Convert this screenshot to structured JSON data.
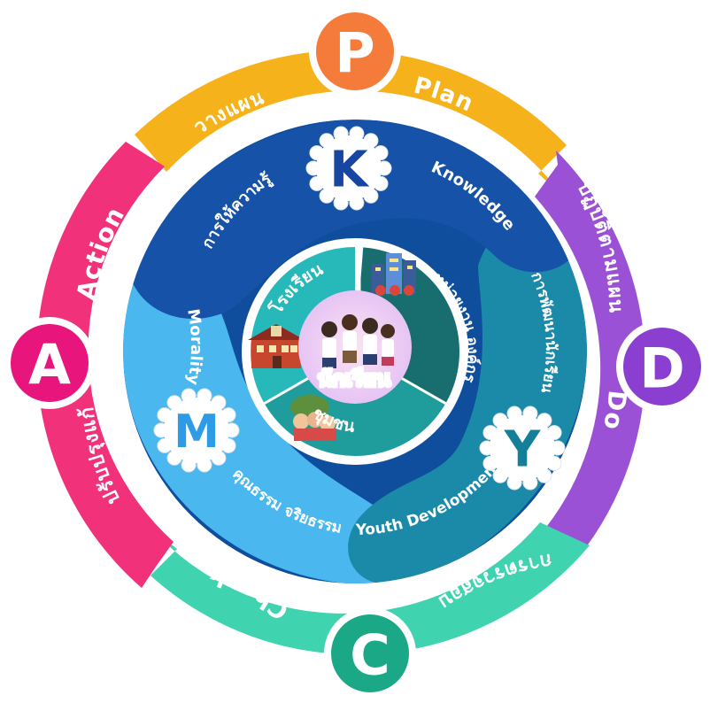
{
  "pdca": {
    "plan": {
      "letter": "P",
      "english": "Plan",
      "thai": "วางแผน",
      "color": "#F6B21B",
      "badge_color": "#F47B3A"
    },
    "do": {
      "letter": "D",
      "english": "Do",
      "thai": "ปฏิบัติตามแผน",
      "color": "#9B51D6",
      "badge_color": "#8A3FD1"
    },
    "check": {
      "letter": "C",
      "english": "Check",
      "thai": "การตรวจสอบ",
      "color": "#3FD3B0",
      "badge_color": "#1AA886"
    },
    "action": {
      "letter": "A",
      "english": "Action",
      "thai": "ปรับปรุงแก้ไข",
      "color": "#F1327A",
      "badge_color": "#E8167C"
    }
  },
  "kmy": {
    "knowledge": {
      "letter": "K",
      "english": "Knowledge",
      "thai": "การให้ความรู้",
      "color": "#1552A8",
      "letter_color": "#1746A2"
    },
    "morality": {
      "letter": "M",
      "english": "Morality",
      "thai": "คุณธรรม จริยธรรม",
      "color": "#4AB7EE",
      "letter_color": "#2E9BE6"
    },
    "youth": {
      "letter": "Y",
      "english": "Youth Development",
      "thai": "การพัฒนานักเรียน",
      "color": "#1B89A8",
      "letter_color": "#137F99"
    }
  },
  "hub": {
    "school": {
      "label": "โรงเรียน",
      "icon": "school-building-icon",
      "color": "#27B8B9"
    },
    "agency": {
      "label": "หน่วยงาน องค์กร",
      "icon": "office-buildings-icon",
      "color": "#186E6E"
    },
    "community": {
      "label": "ชุมชน",
      "icon": "community-people-icon",
      "color": "#1E9D9C"
    },
    "center": {
      "label": "นักเรียน",
      "icon": "students-group-icon",
      "color": "#F4C9EA"
    }
  }
}
